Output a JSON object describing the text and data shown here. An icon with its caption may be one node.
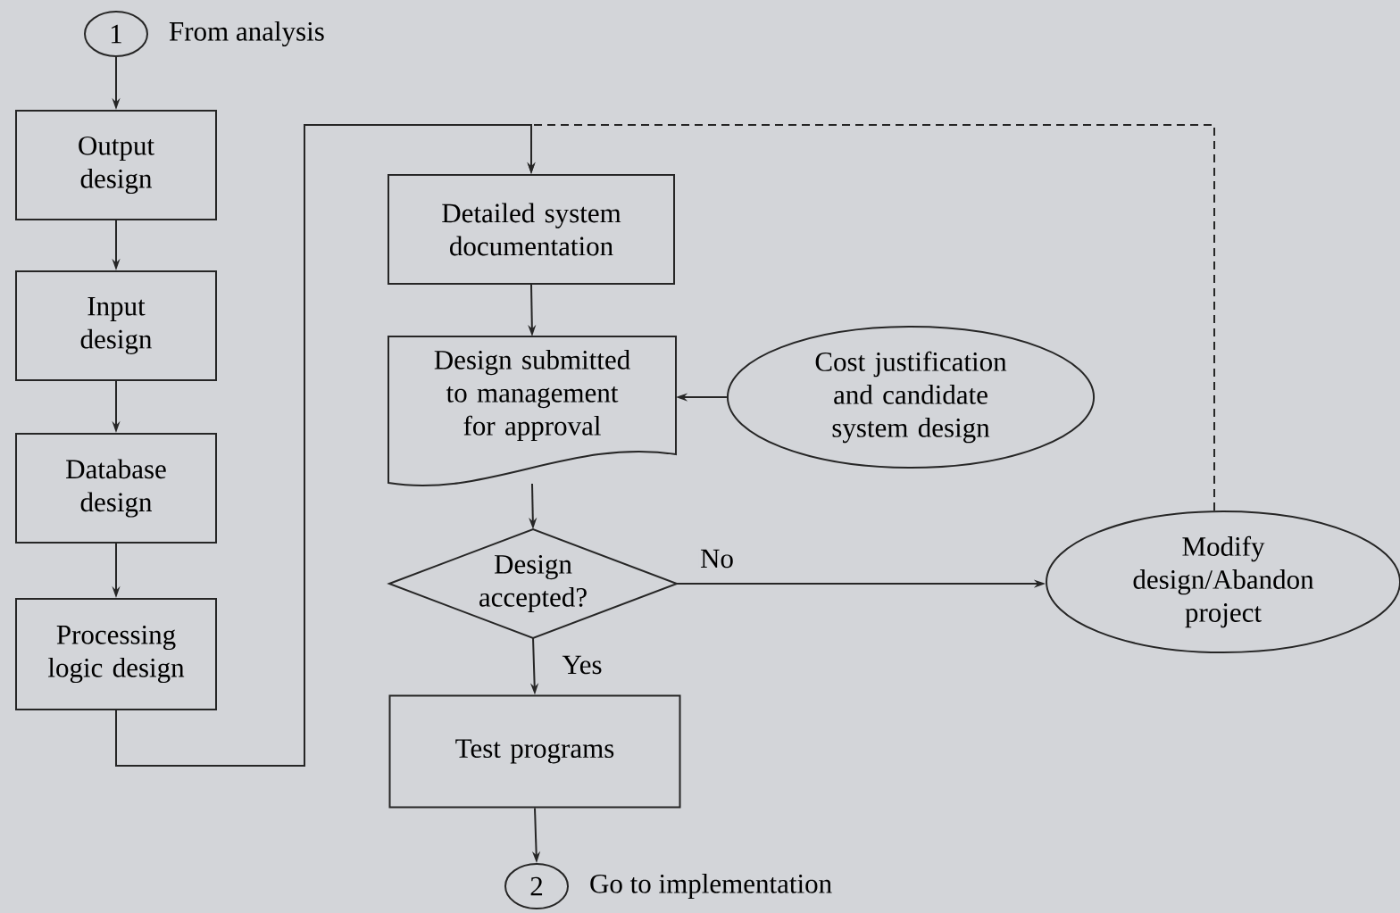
{
  "diagram": {
    "nodes": [
      {
        "text": [
          "1"
        ],
        "beside": [
          "From analysis"
        ]
      },
      {
        "text": [
          "Output design"
        ]
      },
      {
        "text": [
          "Input design"
        ]
      },
      {
        "text": [
          "Database design"
        ]
      },
      {
        "text": [
          "Processing logic design"
        ]
      },
      {
        "text": [
          "Detailed system documentation"
        ]
      },
      {
        "text": [
          "Design submitted to management for approval"
        ]
      },
      {
        "text": [
          "Cost justification and candidate system design"
        ]
      },
      {
        "text": [
          "Design accepted?"
        ]
      },
      {
        "text": [
          "Modify design/Abandon project"
        ]
      },
      {
        "text": [
          "Test programs"
        ]
      },
      {
        "text": [
          "2"
        ],
        "beside": [
          "Go to implementation"
        ]
      }
    ],
    "edges": [
      {
        "from": 0,
        "to": 1,
        "arrow": "to"
      },
      {
        "from": 1,
        "to": 2,
        "arrow": "to"
      },
      {
        "from": 2,
        "to": 3,
        "arrow": "to"
      },
      {
        "from": 3,
        "to": 4,
        "arrow": "to"
      },
      {
        "from": 4,
        "to": 5,
        "arrow": "to"
      },
      {
        "from": 5,
        "to": 6,
        "arrow": "to"
      },
      {
        "from": 7,
        "to": 6,
        "arrow": "to"
      },
      {
        "from": 6,
        "to": 8,
        "arrow": "to"
      },
      {
        "from": 8,
        "to": 9,
        "arrow": "to",
        "label": "No"
      },
      {
        "from": 9,
        "to": 5,
        "arrow": "to",
        "style": "dashed"
      },
      {
        "from": 8,
        "to": 10,
        "arrow": "to",
        "label": "Yes"
      },
      {
        "from": 10,
        "to": 11,
        "arrow": "to"
      }
    ]
  }
}
